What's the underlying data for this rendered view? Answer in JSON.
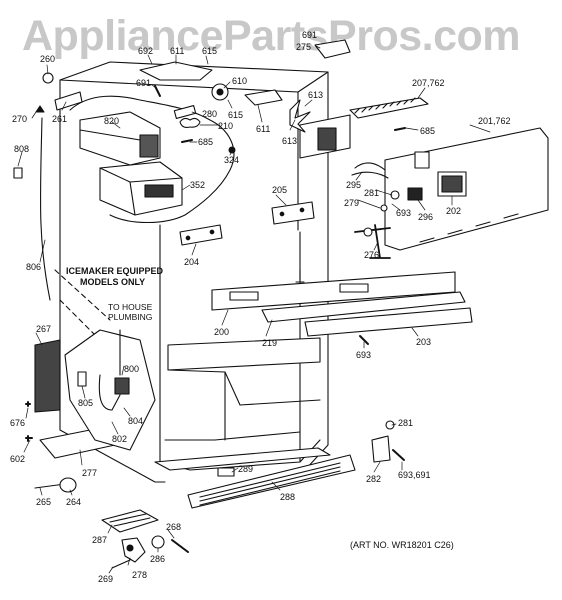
{
  "watermark": "AppliancePartsPros.com",
  "art_number": "(ART NO. WR18201 C26)",
  "notes": {
    "icemaker_line1": "ICEMAKER EQUIPPED",
    "icemaker_line2": "MODELS ONLY",
    "house_line1": "TO HOUSE",
    "house_line2": "PLUMBING"
  },
  "part_labels": {
    "p260": "260",
    "p261": "261",
    "p270": "270",
    "p808": "808",
    "p806": "806",
    "p267": "267",
    "p676": "676",
    "p602": "602",
    "p277": "277",
    "p265": "265",
    "p264": "264",
    "p287": "287",
    "p269": "269",
    "p278": "278",
    "p286": "286",
    "p268": "268",
    "p288": "288",
    "p289": "289",
    "p282": "282",
    "p281b": "281",
    "p693691": "693,691",
    "p693b": "693",
    "p203": "203",
    "p219": "219",
    "p200": "200",
    "p204": "204",
    "p205": "205",
    "p352": "352",
    "p324": "324",
    "p685a": "685",
    "p820": "820",
    "p280": "280",
    "p210": "210",
    "p691": "691",
    "p692": "692",
    "p611a": "611",
    "p615a": "615",
    "p610": "610",
    "p615b": "615",
    "p611b": "611",
    "p613a": "613",
    "p613b": "613",
    "p691t": "691",
    "p275": "275",
    "p207762": "207,762",
    "p685b": "685",
    "p201762": "201,762",
    "p295": "295",
    "p281": "281",
    "p279": "279",
    "p693": "693",
    "p296": "296",
    "p202": "202",
    "p276": "276",
    "p800": "800",
    "p805": "805",
    "p804": "804",
    "p802": "802"
  }
}
